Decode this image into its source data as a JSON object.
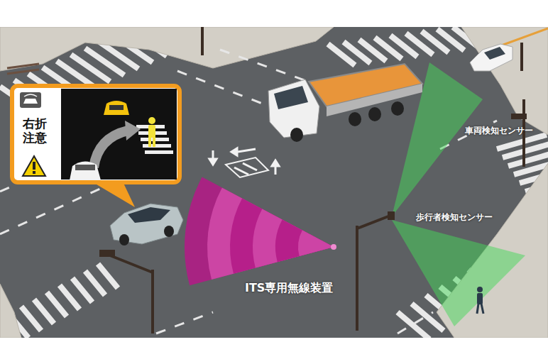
{
  "diagram": {
    "nodes": [
      {
        "text": [
          "右折 注意"
        ]
      }
    ],
    "labels": [
      "車両検知センサー",
      "歩行者検知センサー",
      "ITS専用無線装置"
    ]
  }
}
